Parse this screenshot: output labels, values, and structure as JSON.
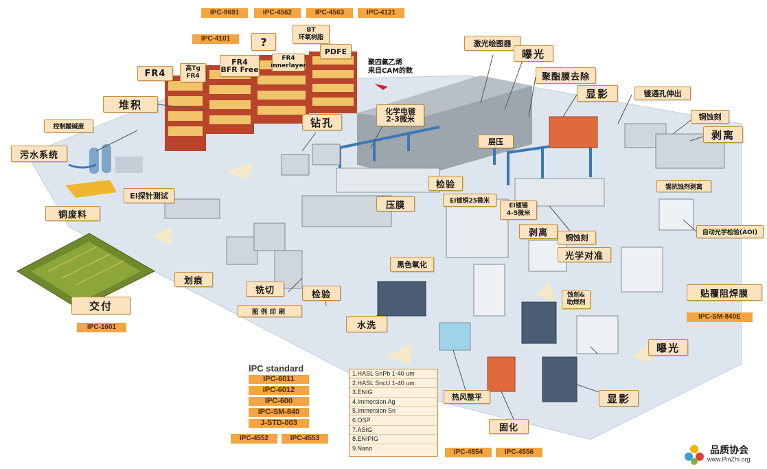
{
  "tags_top": [
    "IPC-9691",
    "IPC-4562",
    "IPC-4563",
    "IPC-4121"
  ],
  "tag_4101": "IPC-4101",
  "tag_1601": "IPC-1601",
  "tag_840e": "IPC-SM-840E",
  "tag_4552": "IPC-4552",
  "tag_4553": "IPC-4553",
  "tag_4554": "IPC-4554",
  "tag_4556": "IPC-4556",
  "materials": {
    "fr4": "FR4",
    "high_tg_1": "高Tg",
    "high_tg_2": "FR4",
    "fr4_bfr_1": "FR4",
    "fr4_bfr_2": "BFR Free",
    "question": "?",
    "fr4_inner_1": "FR4",
    "fr4_inner_2": "innerlayer",
    "bt_1": "BT",
    "bt_2": "环氧树脂",
    "pdfe": "PDFE"
  },
  "note": {
    "line1": "聚四氟乙烯",
    "line2": "来自CAM的数"
  },
  "steps": {
    "laser_plotter": "激光绘图器",
    "exposure_top": "曝光",
    "resist_strip": "聚酯膜去除",
    "develop_top": "显影",
    "plated_hole": "镀通孔伸出",
    "copper_etch_top": "铜蚀刻",
    "strip_top": "剥离",
    "stack": "堆积",
    "drill": "钻孔",
    "chem_plating_1": "化学电镀",
    "chem_plating_2": "2-3微米",
    "lamination": "层压",
    "control_acid": "控制酸碱度",
    "waste_water": "污水系统",
    "inspect_top": "检验",
    "ei_plate_cu": "EI镀铜25微米",
    "tin_strip": "锡抗蚀剂剥离",
    "ei_probe": "EI探针测试",
    "copper_waste": "铜废料",
    "press_film": "压膜",
    "ei_plate_sn_1": "EI镀锡",
    "ei_plate_sn_2": "4-5微米",
    "strip_mid": "剥离",
    "copper_etch_mid": "铜蚀刻",
    "aoi": "自动光学检验(AOI)",
    "black_oxide": "黑色氧化",
    "optical_align": "光学对准",
    "scribe": "划痕",
    "mill": "铣切",
    "inspect_bottom": "检验",
    "legend_print": "图例印刷",
    "deliver": "交付",
    "water_wash": "水洗",
    "etch_flux_1": "蚀刻&",
    "etch_flux_2": "助焊剂",
    "solder_mask": "贴覆阻焊膜",
    "hot_air": "热风整平",
    "exposure_bottom": "曝光",
    "cure": "固化",
    "develop_bottom": "显影"
  },
  "ipc_standard": {
    "title": "IPC standard",
    "items": [
      "IPC-6011",
      "IPC-6012",
      "IPC-600",
      "IPC-SM-840",
      "J-STD-003"
    ]
  },
  "finishes": [
    "1.HASL SnPb 1-40 um",
    "2.HASL SncU 1-40 um",
    "3.ENIG",
    "4.Immersion Ag",
    "5.Immersion Sn",
    "6.OSP",
    "7.ASIG",
    "8.ENIPIG",
    "9.Nano"
  ],
  "logo": {
    "name": "品质协会",
    "url": "www.PinZhi.org"
  },
  "colors": {
    "callout_bg": "#fbe3bf",
    "tag_bg": "#f2a541",
    "floor": "#dfe7ee",
    "conveyor": "#3b78b5"
  }
}
